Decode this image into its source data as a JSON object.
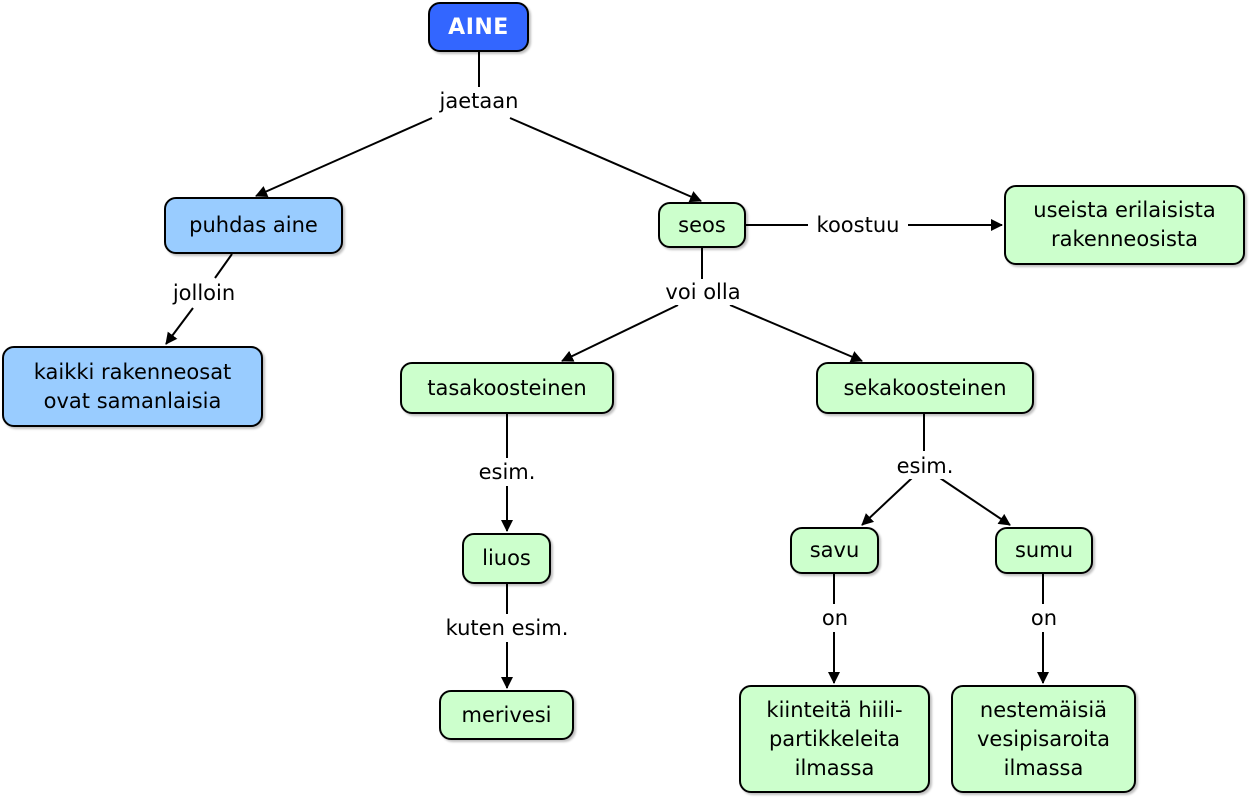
{
  "colors": {
    "root": "#3366ff",
    "pure": "#99ccff",
    "mixture": "#ccffcc",
    "line": "#000000"
  },
  "nodes": {
    "aine": "AINE",
    "puhdas_aine": "puhdas aine",
    "kaikki": "kaikki rakenneosat\novat samanlaisia",
    "seos": "seos",
    "useista": "useista erilaisista\nrakenneosista",
    "tasakoosteinen": "tasakoosteinen",
    "sekakoosteinen": "sekakoosteinen",
    "liuos": "liuos",
    "merivesi": "merivesi",
    "savu": "savu",
    "sumu": "sumu",
    "kiinteita": "kiinteitä hiili-\npartikkeleita\nilmassa",
    "nestemaisia": "nestemäisiä\nvesipisaroita\nilmassa"
  },
  "links": {
    "jaetaan": "jaetaan",
    "jolloin": "jolloin",
    "koostuu": "koostuu",
    "voi_olla": "voi olla",
    "esim_tasa": "esim.",
    "kuten_esim": "kuten esim.",
    "esim_seka": "esim.",
    "on_savu": "on",
    "on_sumu": "on"
  }
}
